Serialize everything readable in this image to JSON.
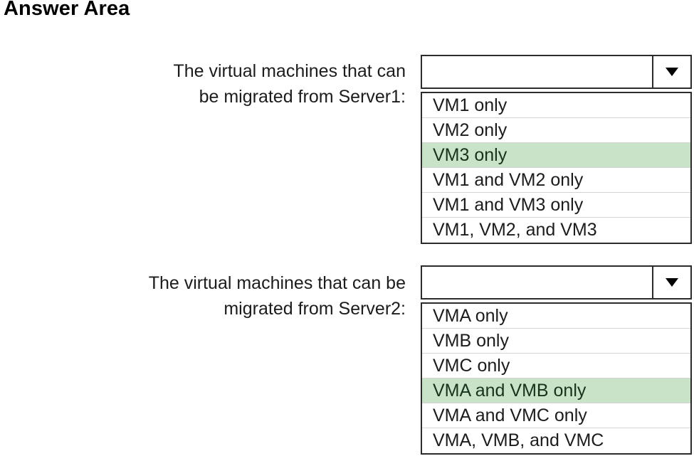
{
  "page": {
    "title": "Answer Area",
    "background_color": "#ffffff",
    "highlight_color": "#c9e3c9",
    "border_color": "#2b2b2b",
    "separator_color": "#d4d4d4"
  },
  "questions": [
    {
      "label_line1": "The virtual machines that can",
      "label_line2": "be migrated from Server1:",
      "label_full": "The virtual machines that can be migrated from Server1:",
      "combo": {
        "value": "",
        "placeholder": "",
        "arrow_icon": "chevron-down-icon"
      },
      "options": [
        {
          "label": "VM1 only",
          "selected": false
        },
        {
          "label": "VM2 only",
          "selected": false
        },
        {
          "label": "VM3 only",
          "selected": true
        },
        {
          "label": "VM1 and VM2 only",
          "selected": false
        },
        {
          "label": "VM1 and VM3 only",
          "selected": false
        },
        {
          "label": "VM1, VM2, and VM3",
          "selected": false
        }
      ]
    },
    {
      "label_line1": "The virtual machines that can be",
      "label_line2": "migrated from Server2:",
      "label_full": "The virtual machines that can be migrated from Server2:",
      "combo": {
        "value": "",
        "placeholder": "",
        "arrow_icon": "chevron-down-icon"
      },
      "options": [
        {
          "label": "VMA only",
          "selected": false
        },
        {
          "label": "VMB only",
          "selected": false
        },
        {
          "label": "VMC only",
          "selected": false
        },
        {
          "label": "VMA and VMB only",
          "selected": true
        },
        {
          "label": "VMA and VMC only",
          "selected": false
        },
        {
          "label": "VMA, VMB, and VMC",
          "selected": false
        }
      ]
    }
  ]
}
